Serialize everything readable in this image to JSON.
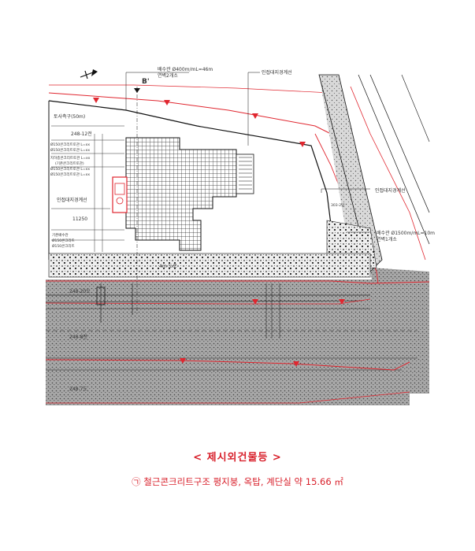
{
  "drawing": {
    "north_label": "B'",
    "labels": {
      "pipe_top": "배수관 Ø400m/mL=46m",
      "pipe_top_sub": "연벽2개소",
      "adj_line_top": "인접대지경계선",
      "soil_gutter": "토사측구(50m)",
      "lot_248_12": "248-12전",
      "legend_a": "Ø150콘크리트토관 L=xx",
      "legend_b": "Ø150콘크리트토관 L=xx",
      "legend_c": "지하층콘크리트토관 L=xx",
      "legend_d": "(기존콘크리트토관)",
      "legend_e": "Ø150콘크리트토관 L=xx",
      "legend_f": "Ø150콘크리트토관 L=xx",
      "adj_line_left": "인접대지경계선",
      "dim_11250": "11250",
      "adj_line_right": "인접대지경계선",
      "small_303": "303-2답",
      "pipe_right": "배수관 Ø1500m/mL=10m",
      "pipe_right_sub": "연벽1개소",
      "small_notes_1": "기존배수관",
      "small_notes_2": "Ø150콘크리트",
      "small_notes_3": "Ø150콘크리트",
      "road_center": "4m 도로",
      "lot_248_20": "248-20도",
      "lot_248_8": "248-8전",
      "lot_248_7": "248-7도"
    }
  },
  "caption": {
    "title": "< 제시외건물등 >",
    "item": "㉠ 철근콘크리트구조 평지붕, 옥탑, 계단실 약 15.66 ㎡"
  }
}
